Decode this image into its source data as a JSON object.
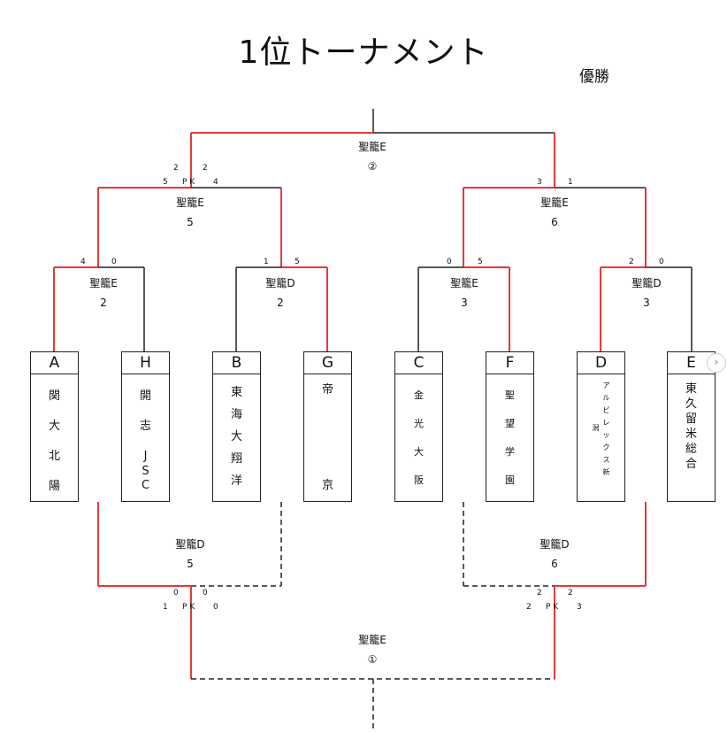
{
  "title": "1位トーナメント",
  "champion_label": "優勝",
  "colors": {
    "winner_line": "#e53935",
    "line": "#222222"
  },
  "teams": [
    {
      "letter": "A",
      "name_chars": [
        "関",
        "大",
        "北",
        "陽"
      ]
    },
    {
      "letter": "H",
      "name_chars": [
        "開",
        "志",
        "J",
        "S",
        "C"
      ]
    },
    {
      "letter": "B",
      "name_chars": [
        "東",
        "海",
        "大",
        "翔",
        "洋"
      ]
    },
    {
      "letter": "G",
      "name_chars": [
        "帝",
        "京"
      ]
    },
    {
      "letter": "C",
      "name_chars": [
        "金",
        "光",
        "大",
        "阪"
      ]
    },
    {
      "letter": "F",
      "name_chars": [
        "聖",
        "望",
        "学",
        "園"
      ]
    },
    {
      "letter": "D",
      "name_chars": [
        "ア",
        "ル",
        "ビ",
        "レ",
        "ッ",
        "ク",
        "ス",
        "新",
        "潟"
      ]
    },
    {
      "letter": "E",
      "name_chars": [
        "東",
        "久",
        "留",
        "米",
        "総",
        "合"
      ]
    }
  ],
  "matches": {
    "q1": {
      "venue": "聖籠E",
      "round": "2",
      "score_left": "4",
      "score_right": "0"
    },
    "q2": {
      "venue": "聖籠D",
      "round": "2",
      "score_left": "1",
      "score_right": "5"
    },
    "q3": {
      "venue": "聖籠E",
      "round": "3",
      "score_left": "0",
      "score_right": "5"
    },
    "q4": {
      "venue": "聖籠D",
      "round": "3",
      "score_left": "2",
      "score_right": "0"
    },
    "s1": {
      "venue": "聖籠E",
      "round": "5",
      "score_left": "5",
      "pk_label": "P K",
      "score_right": "4",
      "pk_left": "2",
      "pk_right": "2"
    },
    "s2": {
      "venue": "聖籠E",
      "round": "6",
      "score_left": "3",
      "score_right": "1"
    },
    "final": {
      "venue": "聖籠E",
      "round": "②"
    },
    "c1": {
      "venue": "聖籠D",
      "round": "5"
    },
    "c2": {
      "venue": "聖籠D",
      "round": "6"
    },
    "third": {
      "venue": "聖籠E",
      "round": "①"
    },
    "b1": {
      "top_left": "0",
      "top_right": "0",
      "bottom_left": "1",
      "pk_label": "P K",
      "bottom_right": "0"
    },
    "b2": {
      "top_left": "2",
      "top_right": "2",
      "bottom_left": "2",
      "pk_label": "P K",
      "bottom_right": "3"
    }
  },
  "nav_arrow": "›"
}
